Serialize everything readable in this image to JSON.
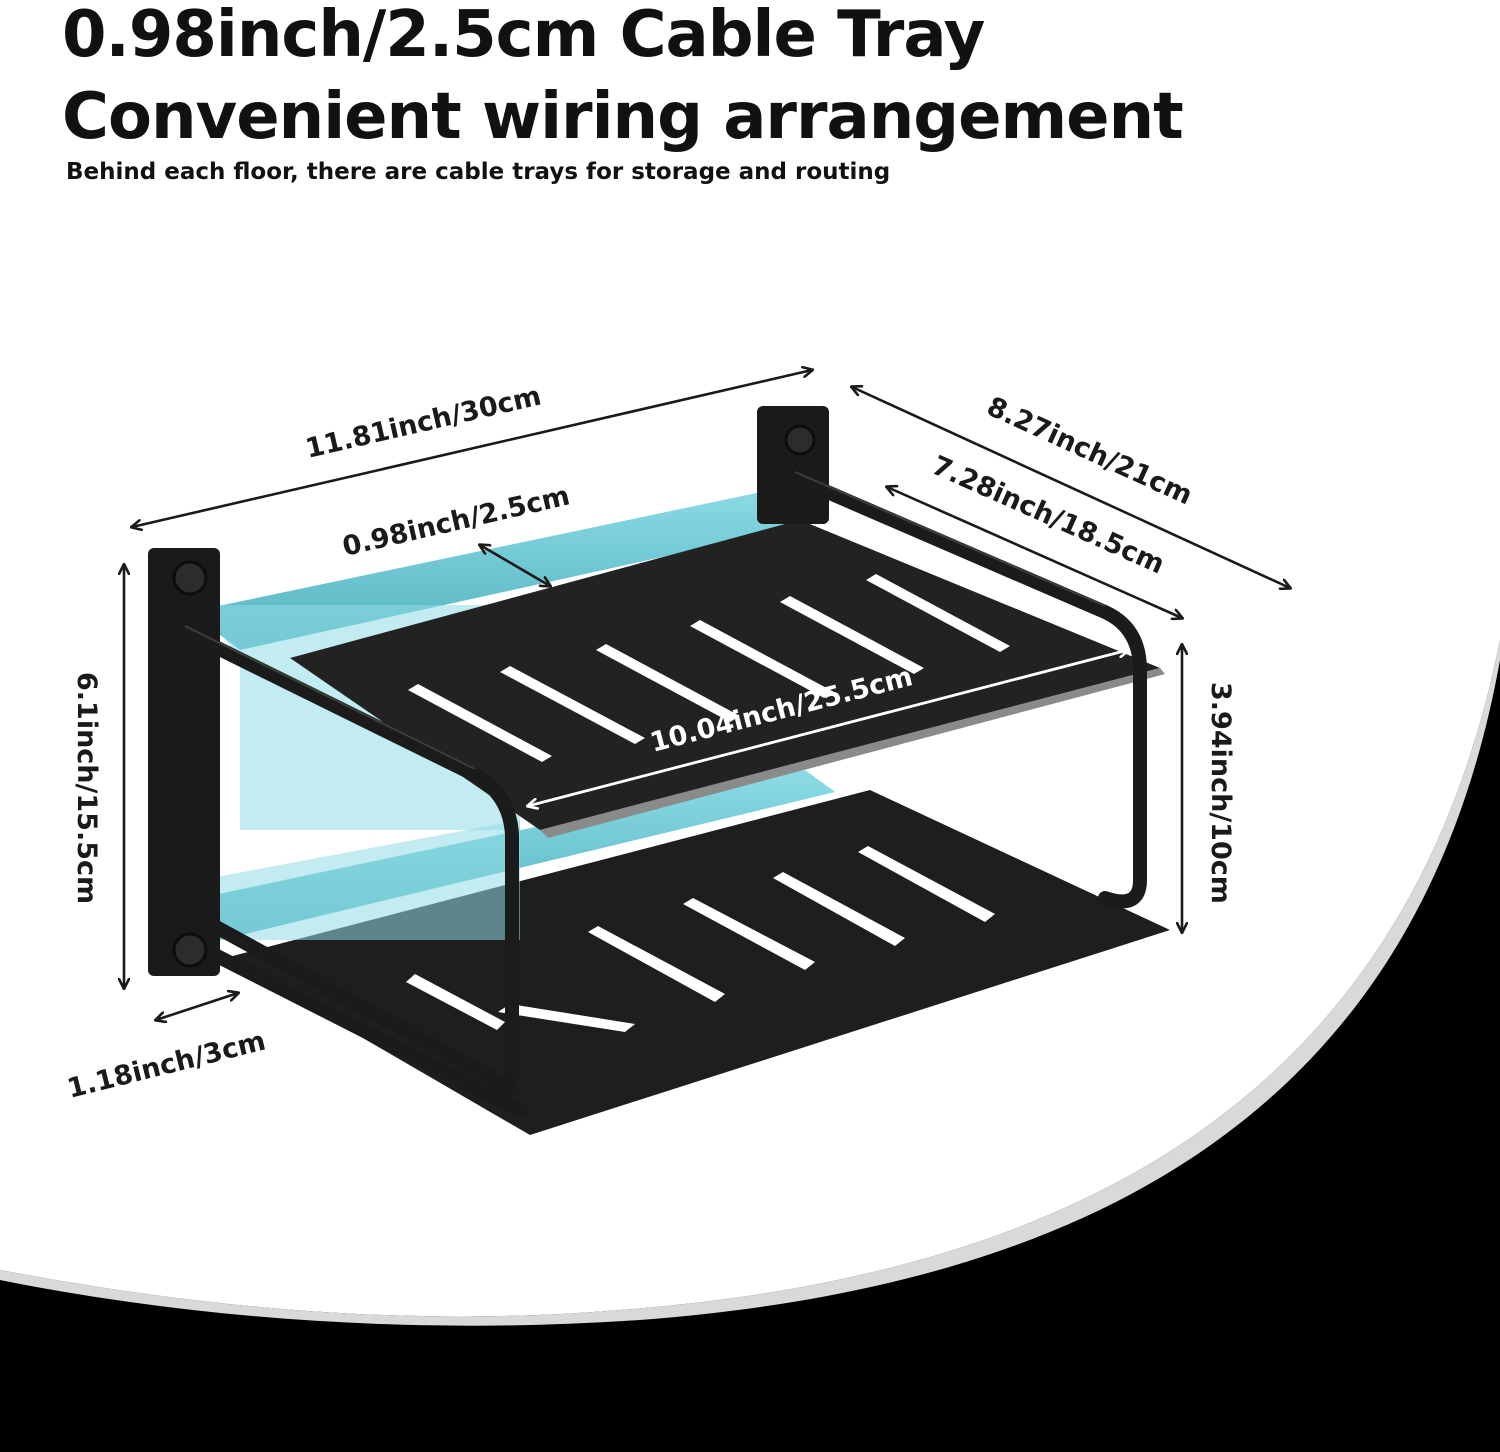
{
  "header": {
    "title_line1": "0.98inch/2.5cm Cable Tray",
    "title_line2": "Convenient wiring arrangement",
    "subtitle": "Behind each floor, there are cable trays for storage and routing"
  },
  "dimensions": {
    "overall_width": "11.81inch/30cm",
    "overall_depth": "8.27inch/21cm",
    "shelf_depth": "7.28inch/18.5cm",
    "cable_tray": "0.98inch/2.5cm",
    "shelf_width": "10.04inch/25.5cm",
    "overall_height": "6.1inch/15.5cm",
    "shelf_gap": "3.94inch/10cm",
    "bracket_depth": "1.18inch/3cm"
  },
  "colors": {
    "product": "#1c1c1c",
    "cable_tray_highlight": "#5fc6d3",
    "background_swoosh": "#000000",
    "text": "#111111"
  }
}
